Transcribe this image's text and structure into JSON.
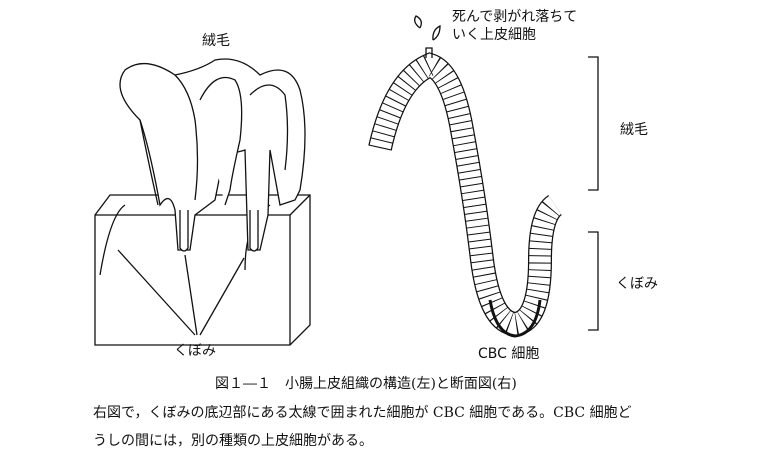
{
  "labels": {
    "villi_left": "絨毛",
    "crypt_left": "くぼみ",
    "dying_cells_line1": "死んで剥がれ落ちて",
    "dying_cells_line2": "いく上皮細胞",
    "villi_right": "絨毛",
    "crypt_right": "くぼみ",
    "cbc_cell": "CBC 細胞"
  },
  "caption": "図１―１　小腸上皮組織の構造(左)と断面図(右)",
  "paragraph": {
    "line1": "右図で，くぼみの底辺部にある太線で囲まれた細胞が CBC 細胞である。CBC 細胞ど",
    "line2": "うしの間には，別の種類の上皮細胞がある。"
  }
}
